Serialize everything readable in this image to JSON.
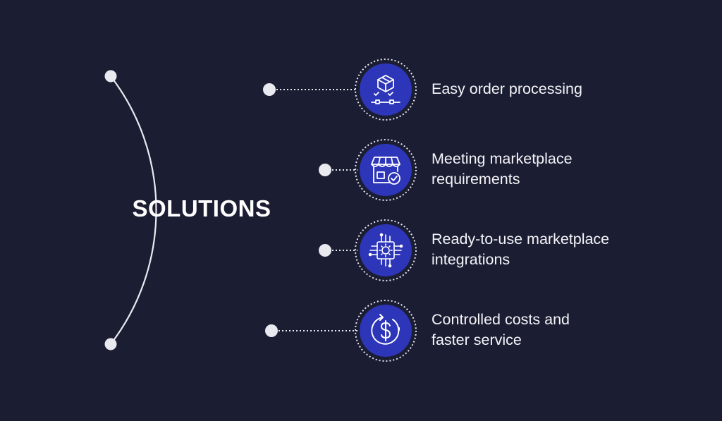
{
  "title": "SOLUTIONS",
  "colors": {
    "background": "#1b1e33",
    "arc": "#e9e9f0",
    "icon_circle": "#2d35b8",
    "text": "#f4f4f8"
  },
  "items": [
    {
      "icon": "box-conveyor-icon",
      "lines": [
        "Easy order processing"
      ]
    },
    {
      "icon": "storefront-check-icon",
      "lines": [
        "Meeting marketplace",
        "requirements"
      ]
    },
    {
      "icon": "chip-gear-icon",
      "lines": [
        "Ready-to-use marketplace",
        "integrations"
      ]
    },
    {
      "icon": "dollar-cycle-icon",
      "lines": [
        "Controlled costs and",
        "faster service"
      ]
    }
  ]
}
